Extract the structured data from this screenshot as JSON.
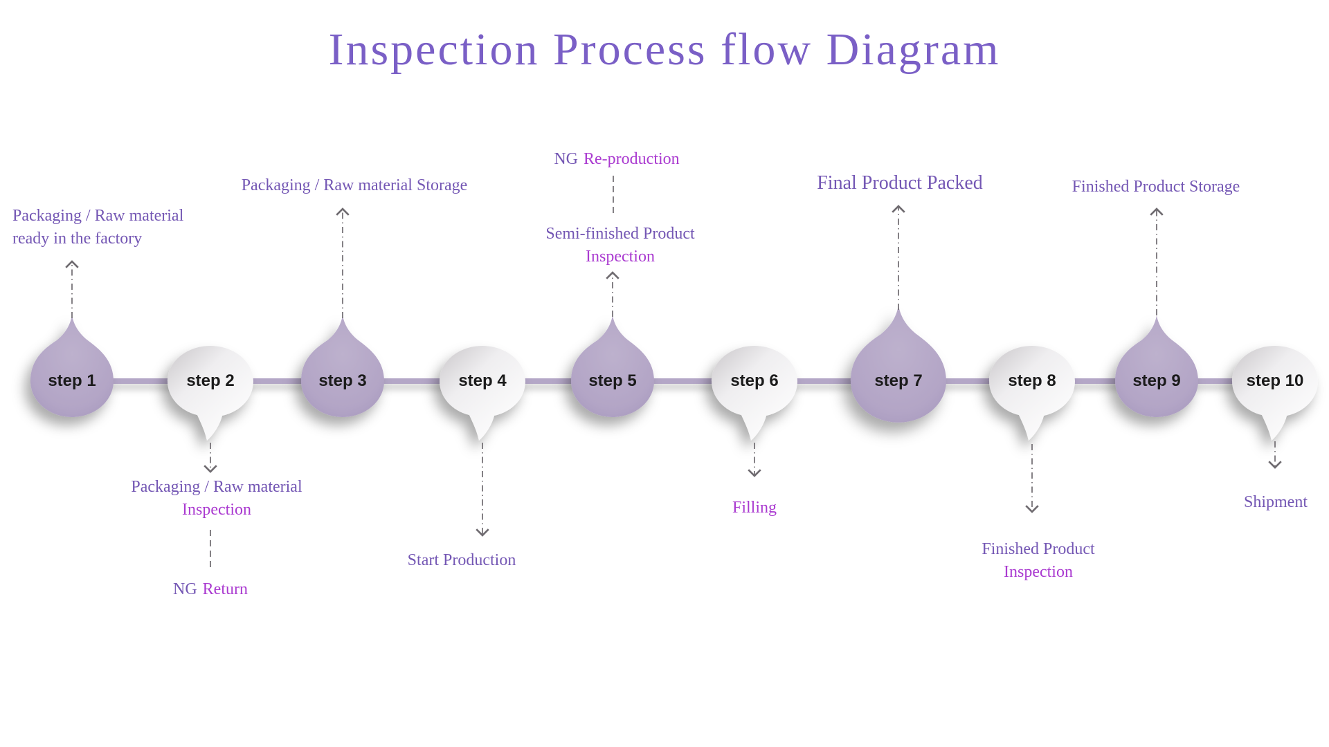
{
  "title": "Inspection Process flow Diagram",
  "colors": {
    "title_purple": "#7a5fc6",
    "label_purple": "#7457b4",
    "label_magenta": "#aa3ad0",
    "balloon_lavender": "#b3a5c6",
    "bubble_gray": "#e9e7ea",
    "timeline_purple": "#b4a7c7",
    "arrow_gray": "#6f6b70",
    "step_text": "#1b1b1b"
  },
  "steps": [
    {
      "label": "step 1",
      "variant": "purple"
    },
    {
      "label": "step 2",
      "variant": "white"
    },
    {
      "label": "step 3",
      "variant": "purple"
    },
    {
      "label": "step 4",
      "variant": "white"
    },
    {
      "label": "step 5",
      "variant": "purple"
    },
    {
      "label": "step 6",
      "variant": "white"
    },
    {
      "label": "step 7",
      "variant": "purple"
    },
    {
      "label": "step 8",
      "variant": "white"
    },
    {
      "label": "step 9",
      "variant": "purple"
    },
    {
      "label": "step 10",
      "variant": "white"
    }
  ],
  "annotations": {
    "step1_top": {
      "line1": "Packaging / Raw material",
      "line2": "ready in the factory"
    },
    "step3_top": {
      "text": "Packaging / Raw material Storage"
    },
    "step5_ng": {
      "prefix": "NG",
      "rest": "Re-production"
    },
    "step5_top": {
      "line1": "Semi-finished Product",
      "line2": "Inspection"
    },
    "step7_top": {
      "text": "Final Product Packed"
    },
    "step9_top": {
      "text": "Finished Product Storage"
    },
    "step2_bottom": {
      "line1": "Packaging / Raw material",
      "line2": "Inspection"
    },
    "step2_ng": {
      "prefix": "NG",
      "rest": "Return"
    },
    "step4_bottom": {
      "text": "Start Production"
    },
    "step6_bottom": {
      "text": "Filling"
    },
    "step8_bottom": {
      "line1": "Finished Product",
      "line2": "Inspection"
    },
    "step10_bottom": {
      "text": "Shipment"
    }
  }
}
